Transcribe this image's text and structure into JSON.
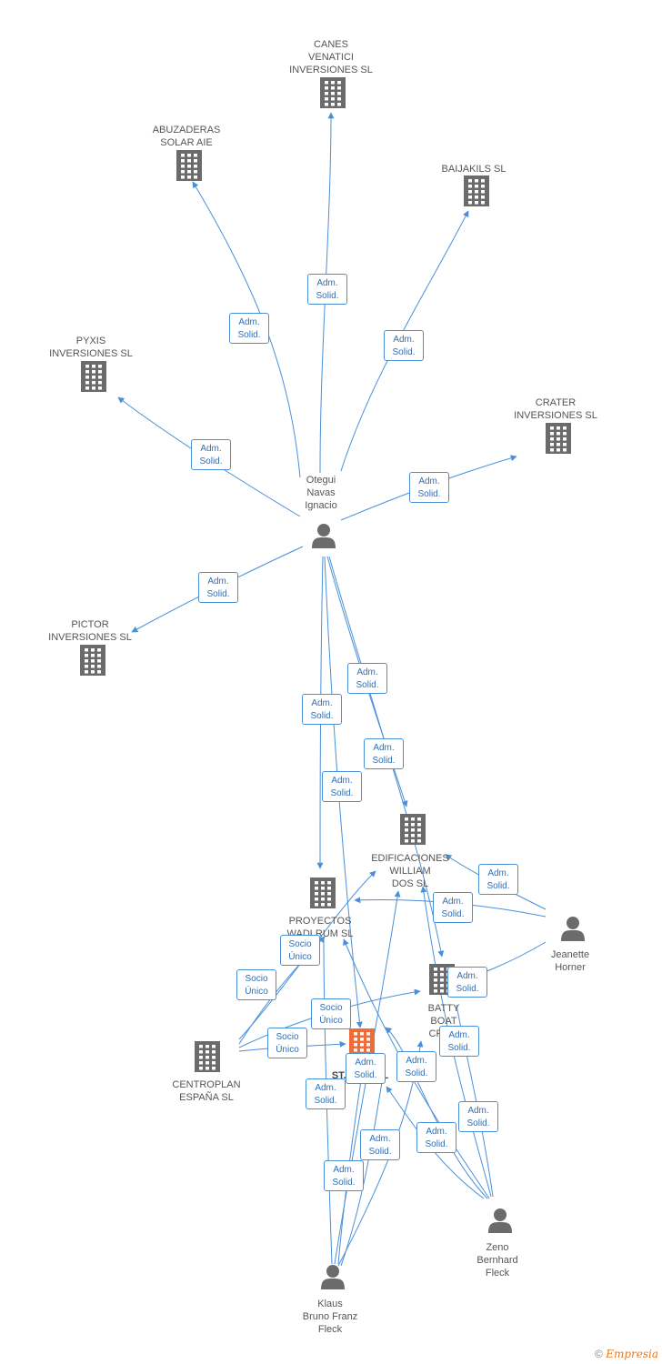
{
  "colors": {
    "edge": "#4a90d9",
    "node": "#6b6b6b",
    "highlight": "#ef6b3a"
  },
  "nodes": {
    "canes": {
      "label": "CANES\nVENATICI\nINVERSIONES SL",
      "type": "company"
    },
    "abuzaderas": {
      "label": "ABUZADERAS\nSOLAR AIE",
      "type": "company"
    },
    "baijakils": {
      "label": "BAIJAKILS SL",
      "type": "company"
    },
    "pyxis": {
      "label": "PYXIS\nINVERSIONES SL",
      "type": "company"
    },
    "crater": {
      "label": "CRATER\nINVERSIONES SL",
      "type": "company"
    },
    "otegui": {
      "label": "Otegui\nNavas\nIgnacio",
      "type": "person"
    },
    "pictor": {
      "label": "PICTOR\nINVERSIONES SL",
      "type": "company"
    },
    "edificaciones": {
      "label": "EDIFICACIONES\nWILLIAM\nDOS SL",
      "type": "company"
    },
    "proyectos": {
      "label": "PROYECTOS\nWADLRUM SL",
      "type": "company"
    },
    "jeanette": {
      "label": "Jeanette\nHorner",
      "type": "person"
    },
    "batty": {
      "label": "BATTY\nBOAT\nCRU...",
      "type": "company"
    },
    "centroplan": {
      "label": "CENTROPLAN\nESPAÑA SL",
      "type": "company"
    },
    "main": {
      "label": "ST...NSR SL",
      "type": "main"
    },
    "zeno": {
      "label": "Zeno\nBernhard\nFleck",
      "type": "person"
    },
    "klaus": {
      "label": "Klaus\nBruno Franz\nFleck",
      "type": "person"
    }
  },
  "badges": [
    {
      "id": "b1",
      "text": "Adm.\nSolid."
    },
    {
      "id": "b2",
      "text": "Adm.\nSolid."
    },
    {
      "id": "b3",
      "text": "Adm.\nSolid."
    },
    {
      "id": "b4",
      "text": "Adm.\nSolid."
    },
    {
      "id": "b5",
      "text": "Adm.\nSolid."
    },
    {
      "id": "b6",
      "text": "Adm.\nSolid."
    },
    {
      "id": "b7",
      "text": "Adm.\nSolid."
    },
    {
      "id": "b8",
      "text": "Adm.\nSolid."
    },
    {
      "id": "b9",
      "text": "Adm.\nSolid."
    },
    {
      "id": "b10",
      "text": "Adm.\nSolid."
    },
    {
      "id": "b11",
      "text": "Adm.\nSolid."
    },
    {
      "id": "b12",
      "text": "Adm.\nSolid."
    },
    {
      "id": "b13",
      "text": "Adm.\nSolid."
    },
    {
      "id": "b14",
      "text": "Adm.\nSolid."
    },
    {
      "id": "b15",
      "text": "Adm.\nSolid."
    },
    {
      "id": "b16",
      "text": "Adm.\nSolid."
    },
    {
      "id": "b17",
      "text": "Adm.\nSolid."
    },
    {
      "id": "b18",
      "text": "Adm.\nSolid."
    },
    {
      "id": "b19",
      "text": "Adm.\nSolid."
    },
    {
      "id": "b20",
      "text": "Adm.\nSolid."
    },
    {
      "id": "b21",
      "text": "Adm.\nSolid."
    },
    {
      "id": "b22",
      "text": "Adm.\nSolid."
    },
    {
      "id": "s1",
      "text": "Socio\nÚnico"
    },
    {
      "id": "s2",
      "text": "Socio\nÚnico"
    },
    {
      "id": "s3",
      "text": "Socio\nÚnico"
    },
    {
      "id": "s4",
      "text": "Socio\nÚnico"
    }
  ],
  "footer": {
    "copyright": "©",
    "brand": "Empresia"
  }
}
